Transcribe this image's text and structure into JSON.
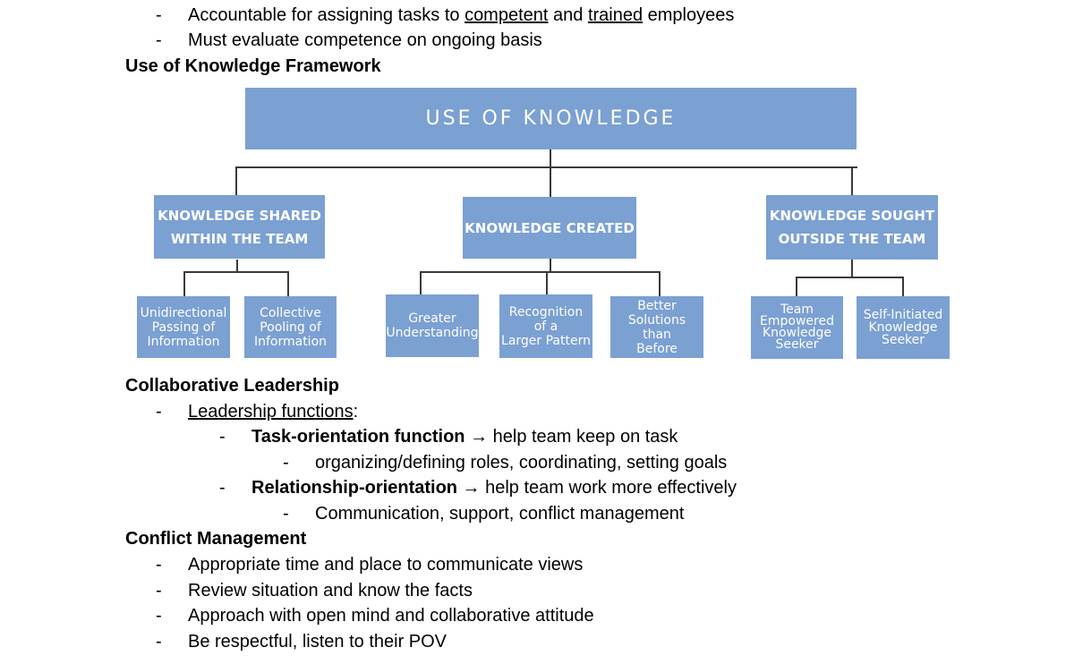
{
  "top_bullets": [
    {
      "prefix": "Accountable for assigning tasks to ",
      "u1": "competent",
      "mid": " and ",
      "u2": "trained",
      "suffix": " employees"
    },
    {
      "text": "Must evaluate competence on ongoing basis"
    }
  ],
  "dash": "-",
  "framework_heading": "Use of Knowledge Framework",
  "chart": {
    "root": "USE OF KNOWLEDGE",
    "branches": [
      {
        "label_line1": "KNOWLEDGE SHARED",
        "label_line2": "WITHIN THE TEAM",
        "leaves": [
          [
            "Unidirectional",
            "Passing of",
            "Information"
          ],
          [
            "Collective",
            "Pooling of",
            "Information"
          ]
        ]
      },
      {
        "label_line1": "KNOWLEDGE CREATED",
        "leaves": [
          [
            "Greater",
            "Understanding"
          ],
          [
            "Recognition",
            "of a",
            "Larger Pattern"
          ],
          [
            "Better Solutions",
            "than",
            "Before"
          ]
        ]
      },
      {
        "label_line1": "KNOWLEDGE SOUGHT",
        "label_line2": "OUTSIDE THE TEAM",
        "leaves": [
          [
            "Team",
            "Empowered",
            "Knowledge",
            "Seeker"
          ],
          [
            "Self-Initiated",
            "Knowledge",
            "Seeker"
          ]
        ]
      }
    ]
  },
  "collab": {
    "heading": "Collaborative Leadership",
    "functions_label": "Leadership functions",
    "functions_colon": ":",
    "task_bold": "Task-orientation function",
    "task_rest": " → help team keep on task",
    "task_detail": "organizing/defining roles, coordinating, setting goals",
    "rel_bold": "Relationship-orientation",
    "rel_rest": " → help team work more effectively",
    "rel_detail": "Communication, support, conflict management"
  },
  "conflict": {
    "heading": "Conflict Management",
    "items": [
      "Appropriate time and place to communicate views",
      "Review situation and know the facts",
      "Approach with open mind and collaborative attitude",
      "Be respectful, listen to their POV"
    ]
  },
  "colors": {
    "box": "#7ba0d2",
    "connector": "#3a3a3a"
  }
}
